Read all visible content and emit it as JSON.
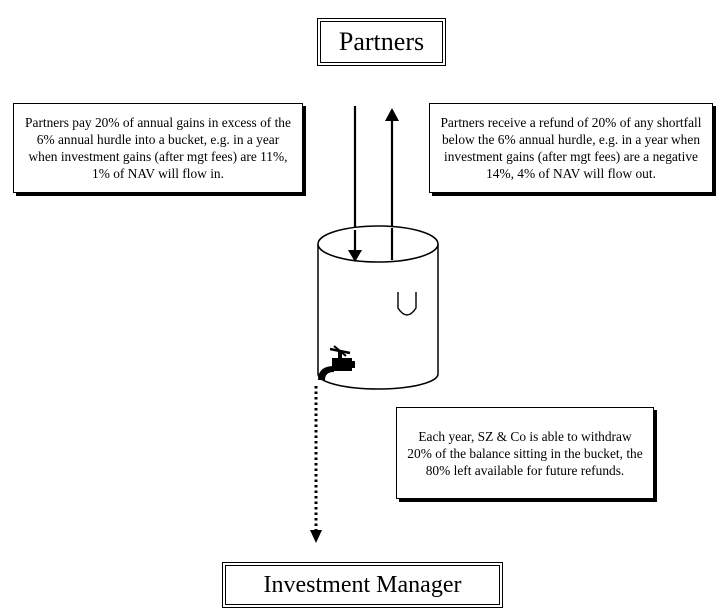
{
  "partners_label": "Partners",
  "manager_label": "Investment Manager",
  "inflow_note": "Partners pay 20% of annual gains in excess of the 6% annual hurdle into a bucket, e.g. in a year when investment gains (after mgt fees) are 11%, 1% of NAV will flow in.",
  "outflow_note": "Partners receive a refund of 20% of any shortfall below the 6% annual hurdle, e.g. in a year when investment gains (after mgt fees) are a negative 14%, 4% of NAV will flow out.",
  "withdraw_note": "Each year, SZ & Co is able to withdraw 20% of the balance sitting in the bucket, the 80% left available for future refunds."
}
